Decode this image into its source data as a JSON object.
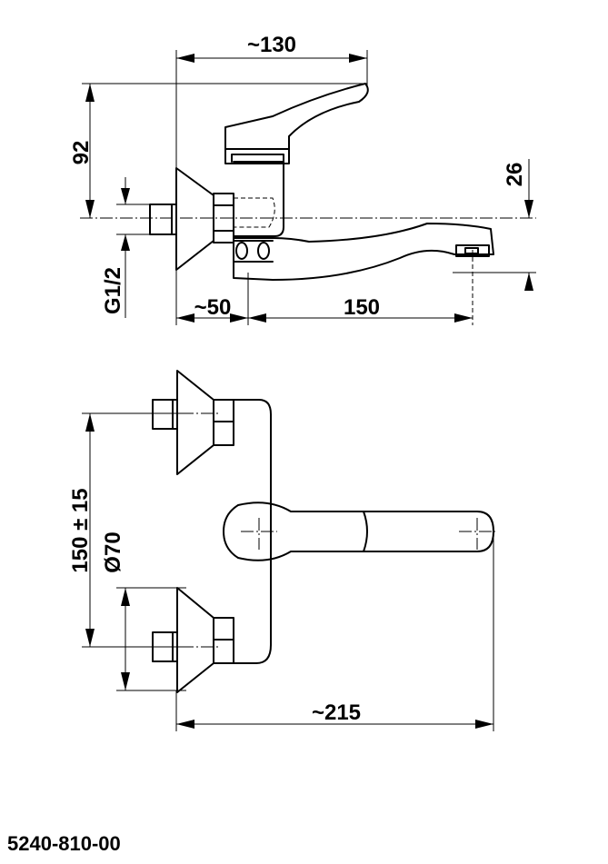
{
  "side_view": {
    "dim_width_top": "~130",
    "dim_height_left": "92",
    "dim_spout_drop": "26",
    "dim_thread": "G1/2",
    "dim_wall_offset": "~50",
    "dim_spout_reach": "150"
  },
  "top_view": {
    "dim_center_distance": "150 ± 15",
    "dim_rosette_diameter": "Ø70",
    "dim_total_width": "~215"
  },
  "part_number": "5240-810-00"
}
